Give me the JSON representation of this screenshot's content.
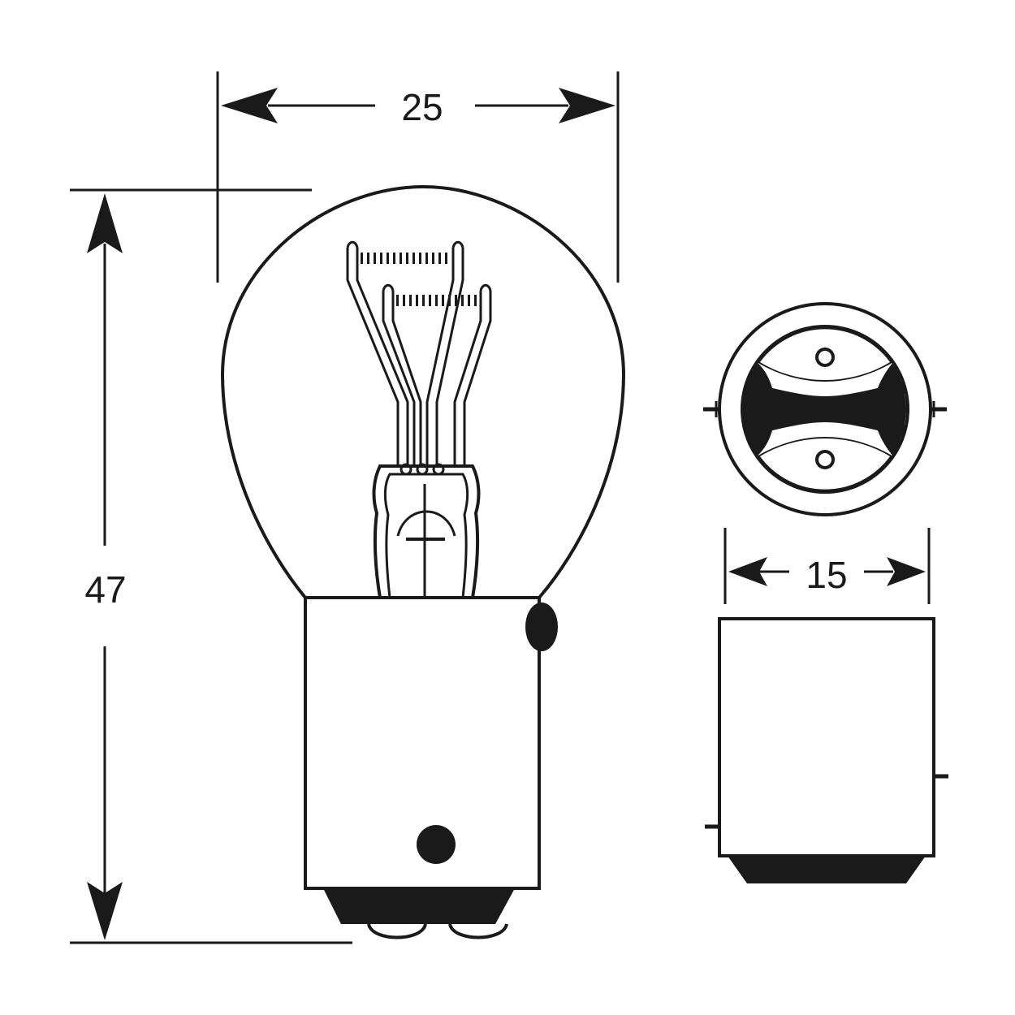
{
  "dimensions": {
    "bulb_diameter": "25",
    "overall_height": "47",
    "cap_diameter": "15"
  },
  "colors": {
    "line": "#1a1a1a",
    "background": "#ffffff"
  }
}
